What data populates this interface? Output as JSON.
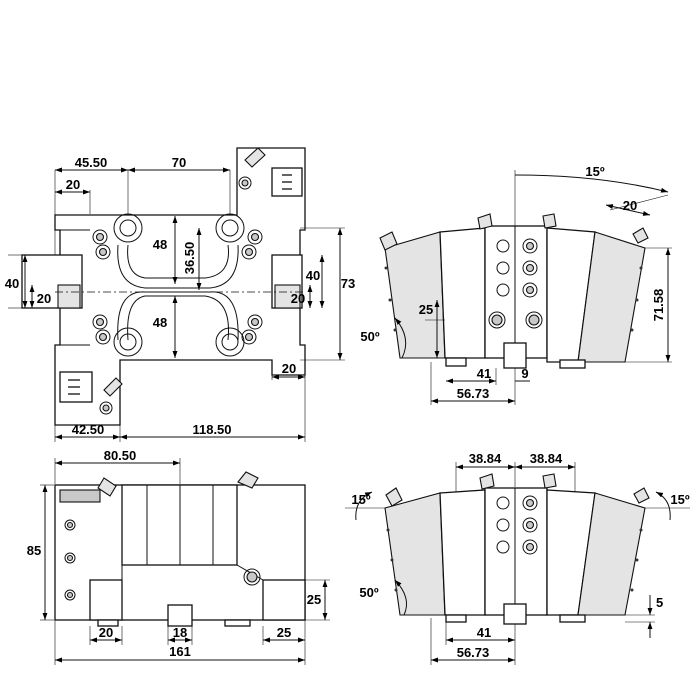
{
  "drawing": {
    "top_view": {
      "d_45_50": "45.50",
      "d_70": "70",
      "d_20_top": "20",
      "d_48_upper": "48",
      "d_36_50": "36.50",
      "d_48_lower": "48",
      "d_40_left": "40",
      "d_20_left": "20",
      "d_40_right": "40",
      "d_20_right": "20",
      "d_73": "73",
      "d_20_bottom": "20",
      "d_42_50": "42.50",
      "d_118_50": "118.50"
    },
    "side_view": {
      "d_15": "15º",
      "d_20": "20",
      "d_71_58": "71.58",
      "d_25": "25",
      "d_50": "50º",
      "d_41": "41",
      "d_9": "9",
      "d_56_73": "56.73"
    },
    "front_view": {
      "d_80_50": "80.50",
      "d_85": "85",
      "d_25_right": "25",
      "d_20": "20",
      "d_18": "18",
      "d_25_bottom": "25",
      "d_161": "161"
    },
    "end_view": {
      "d_38_84_left": "38.84",
      "d_38_84_right": "38.84",
      "d_15_left": "15º",
      "d_15_right": "15º",
      "d_50": "50º",
      "d_5": "5",
      "d_41": "41",
      "d_56_73": "56.73"
    }
  }
}
